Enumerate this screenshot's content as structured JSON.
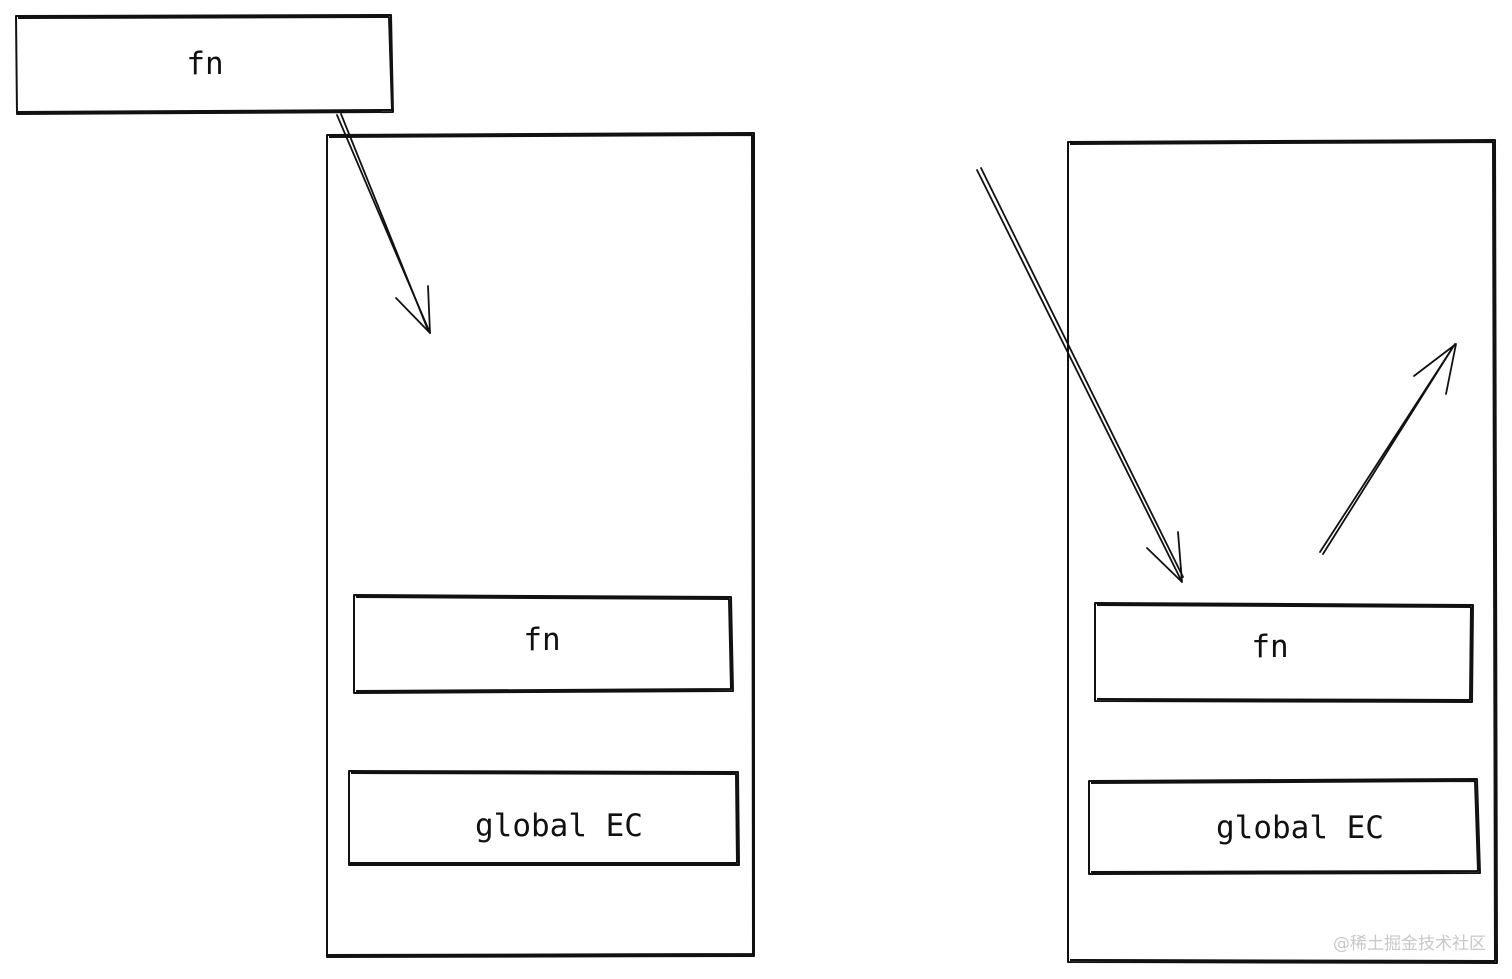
{
  "diagram": {
    "colors": {
      "stroke": "#111111",
      "background": "#ffffff",
      "watermark": "#c8c8c8"
    },
    "left": {
      "floating_frame": {
        "label": "fn"
      },
      "stack": {
        "frames": [
          {
            "label": "fn"
          },
          {
            "label": "global EC"
          }
        ]
      }
    },
    "right": {
      "stack": {
        "frames": [
          {
            "label": "fn"
          },
          {
            "label": "global EC"
          }
        ]
      }
    }
  },
  "watermark": "@稀土掘金技术社区"
}
